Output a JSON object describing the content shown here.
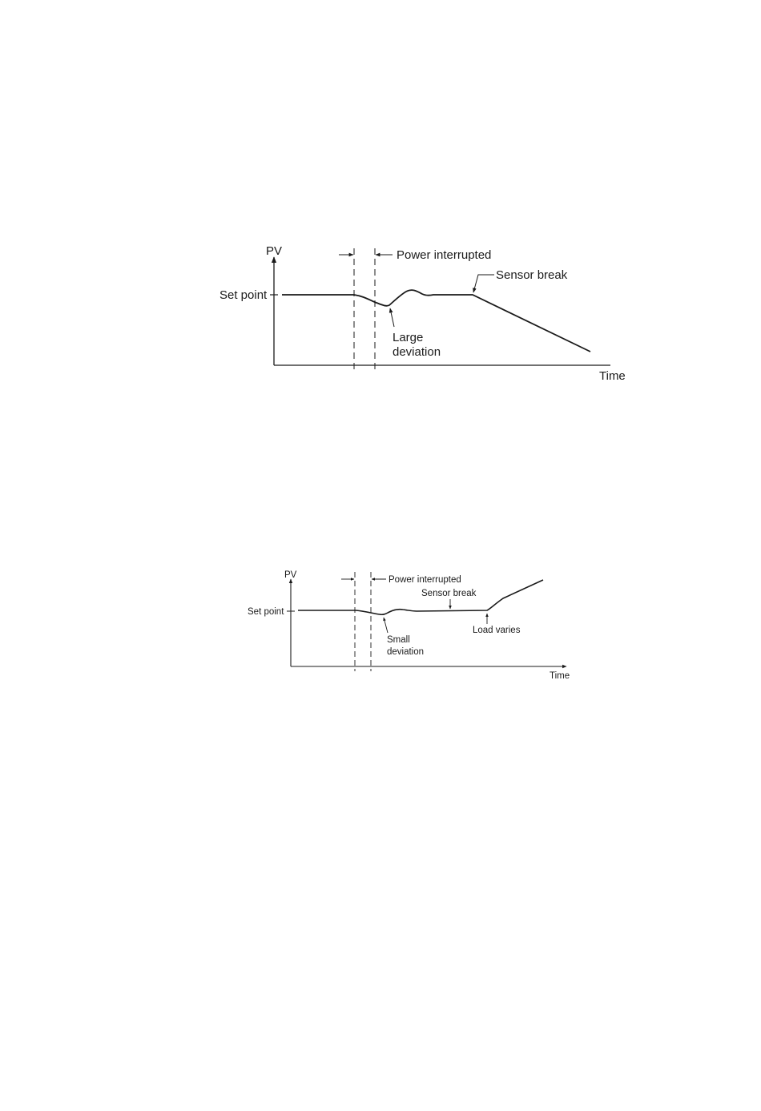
{
  "diagrams": [
    {
      "axis_y_label": "PV",
      "axis_x_label": "Time",
      "setpoint_label": "Set point",
      "annotations": {
        "power": "Power interrupted",
        "sensor": "Sensor break",
        "deviation_line1": "Large",
        "deviation_line2": "deviation"
      }
    },
    {
      "axis_y_label": "PV",
      "axis_x_label": "Time",
      "setpoint_label": "Set point",
      "annotations": {
        "power": "Power interrupted",
        "sensor": "Sensor break",
        "deviation_line1": "Small",
        "deviation_line2": "deviation",
        "load": "Load varies"
      }
    }
  ],
  "colors": {
    "line": "#1a1a1a",
    "background": "#ffffff"
  }
}
